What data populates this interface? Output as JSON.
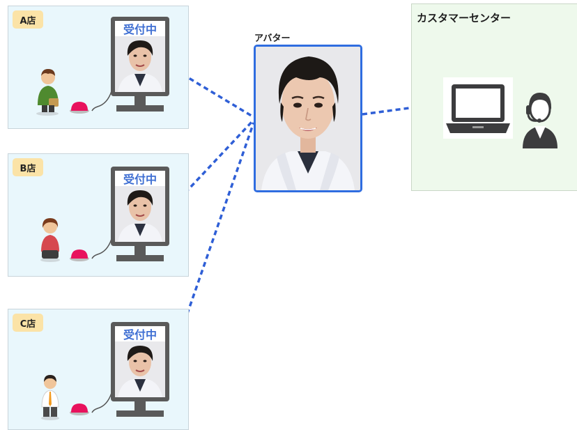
{
  "stores": [
    {
      "badge": "A店",
      "kiosk_label": "受付中"
    },
    {
      "badge": "B店",
      "kiosk_label": "受付中"
    },
    {
      "badge": "C店",
      "kiosk_label": "受付中"
    }
  ],
  "avatar": {
    "caption": "アバター"
  },
  "center": {
    "title": "カスタマーセンター"
  },
  "colors": {
    "link_line": "#2f5fd6",
    "store_bg": "#e9f7fc",
    "center_bg": "#eef9ec",
    "badge_bg": "#fbe3a7",
    "button_color": "#e8125d",
    "kiosk_frame": "#5a5a5a"
  }
}
